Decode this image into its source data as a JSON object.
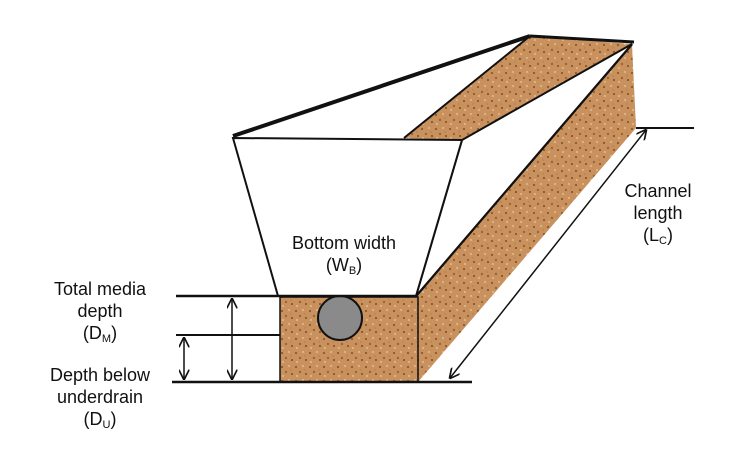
{
  "colors": {
    "media": "#c9915e",
    "media_speck_dark": "#8a5a2e",
    "media_speck_light": "#e8c9a0",
    "pipe": "#8a8a8a",
    "line": "#111111",
    "background": "#ffffff"
  },
  "labels": {
    "channel_length": {
      "line1": "Channel",
      "line2": "length",
      "open": "(L",
      "sub": "C",
      "close": ")"
    },
    "bottom_width": {
      "line1": "Bottom width",
      "open": "(W",
      "sub": "B",
      "close": ")"
    },
    "total_media_depth": {
      "line1": "Total media",
      "line2": "depth",
      "open": "(D",
      "sub": "M",
      "close": ")"
    },
    "depth_below_underdrain": {
      "line1": "Depth below",
      "line2": "underdrain",
      "open": "(D",
      "sub": "U",
      "close": ")"
    }
  }
}
